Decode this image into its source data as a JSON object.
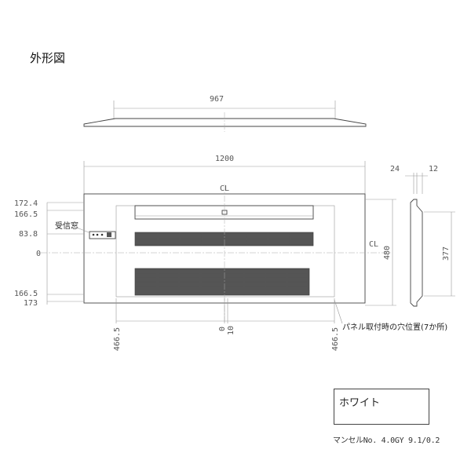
{
  "title": "外形図",
  "labels": {
    "receiver": "受信窓",
    "centerline": "CL",
    "mounting_note": "パネル取付時の穴位置(7か所)"
  },
  "dimensions": {
    "top_width": "967",
    "total_width": "1200",
    "side_depth_a": "24",
    "side_depth_b": "12",
    "height_total": "480",
    "side_height": "377",
    "left_v1": "172.4",
    "left_v2": "166.5",
    "left_v3": "83.8",
    "left_v4": "0",
    "left_v5": "166.5",
    "left_v6": "173",
    "bottom_h1": "466.5",
    "bottom_h2": "0",
    "bottom_h3": "10",
    "bottom_h4": "466.5"
  },
  "color_spec": {
    "name": "ホワイト",
    "munsell": "マンセルNo. 4.0GY 9.1/0.2"
  }
}
